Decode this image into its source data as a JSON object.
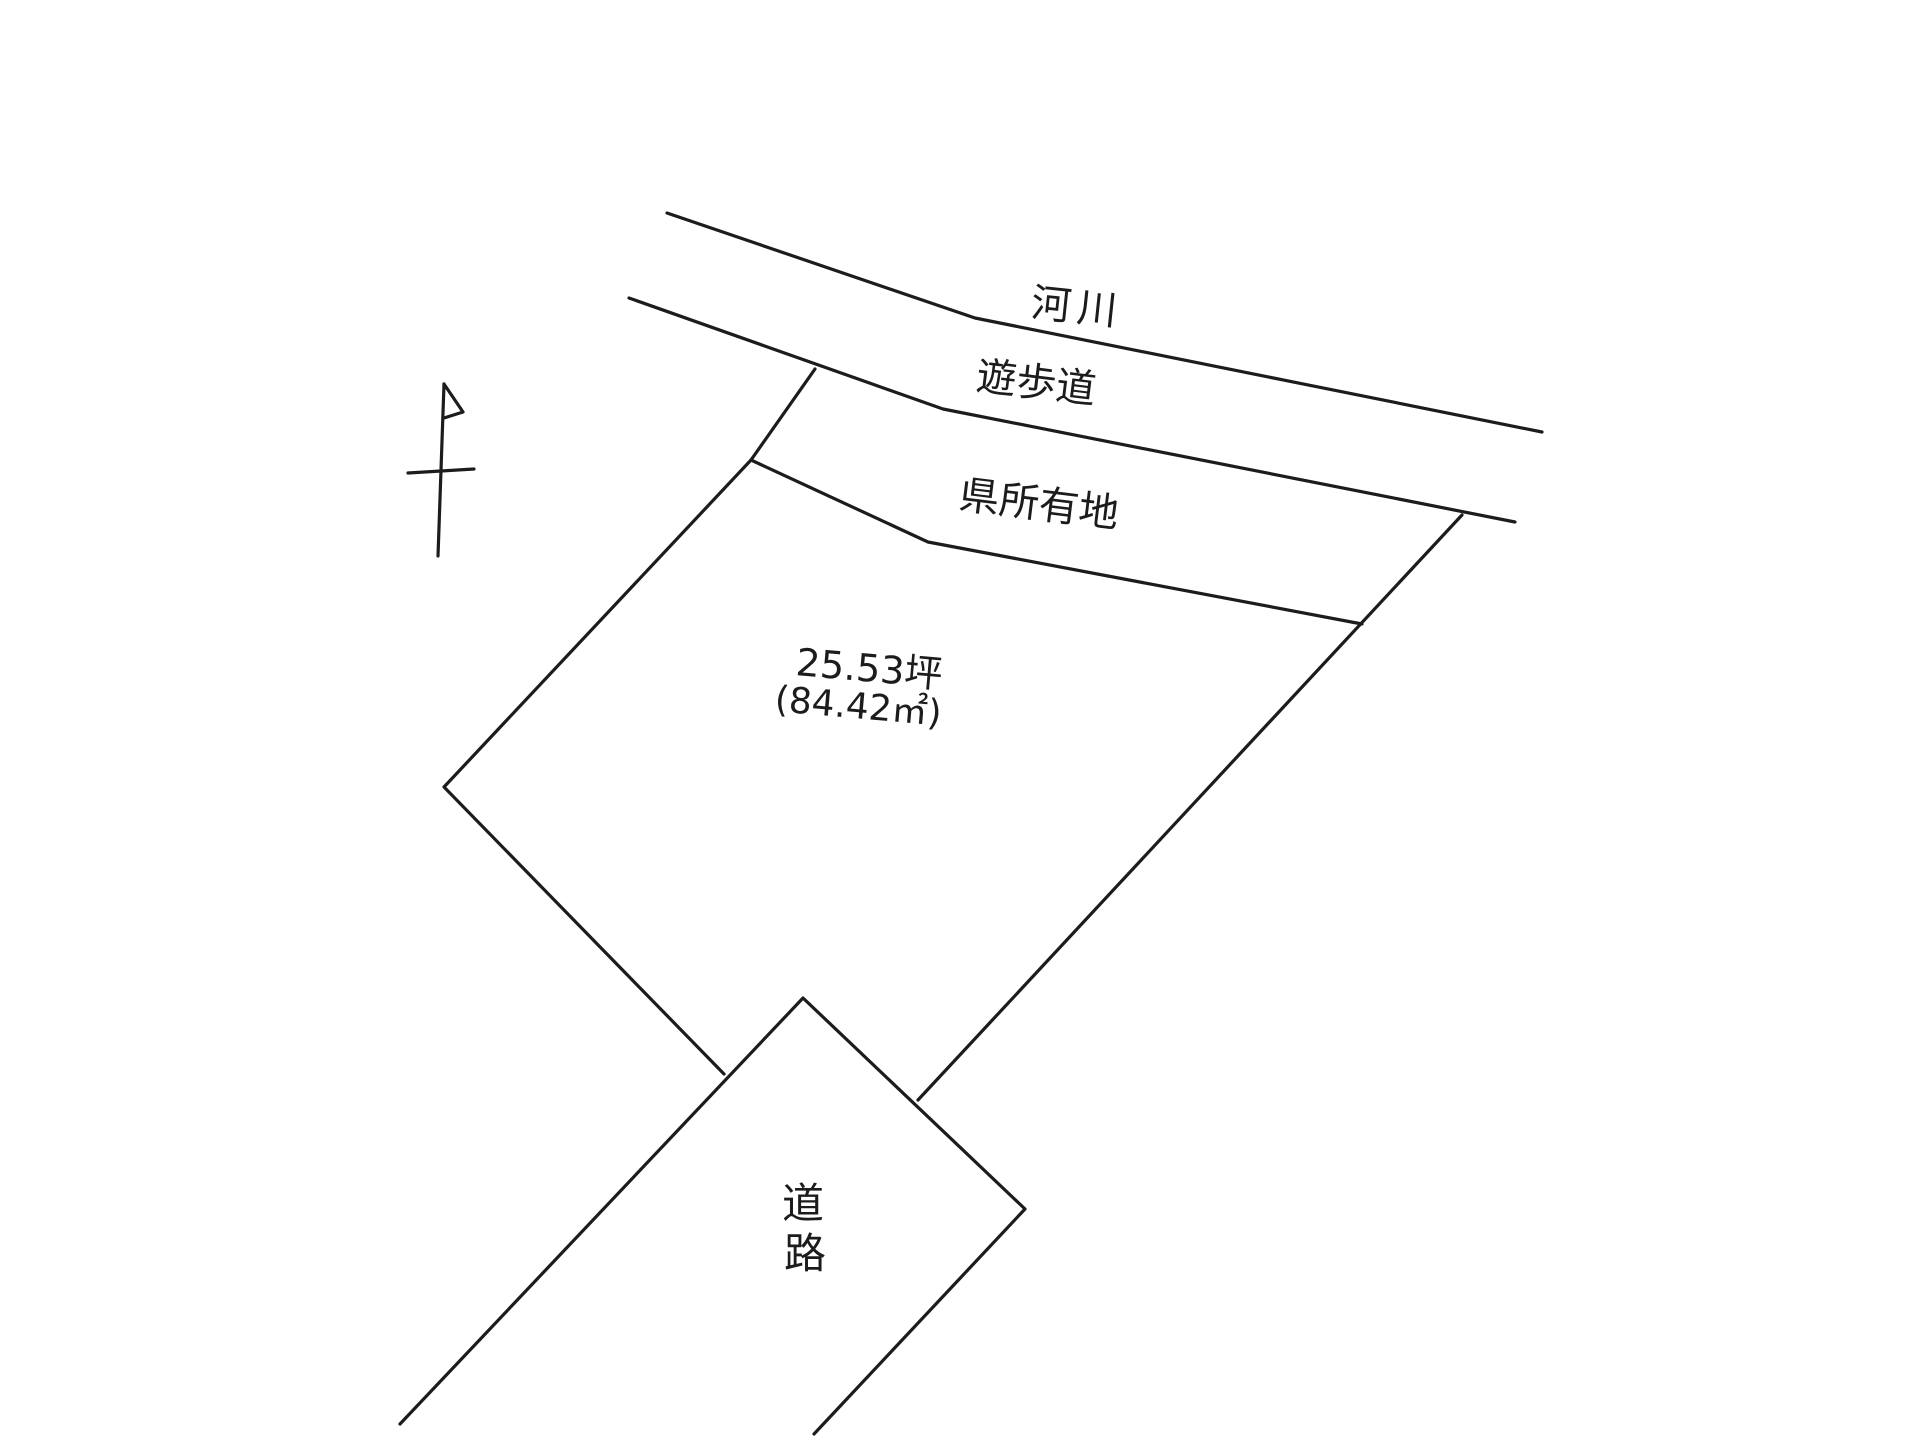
{
  "labels": {
    "river": "河川",
    "promenade": "遊歩道",
    "prefectural_land": "県所有地",
    "area_tsubo": "25.53坪",
    "area_sqm": "(84.42㎡)",
    "road_char_1": "道",
    "road_char_2": "路"
  },
  "north_arrow": {
    "icon": "north-arrow-icon"
  },
  "colors": {
    "ink": "#1c1c1c",
    "paper": "#ffffff"
  }
}
